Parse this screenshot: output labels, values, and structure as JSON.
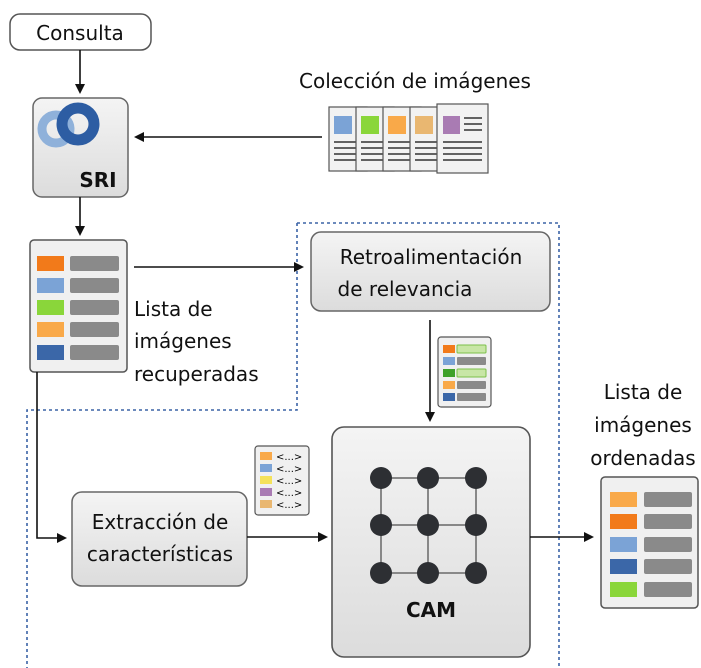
{
  "query_label": "Consulta",
  "collection_label": "Colección de imágenes",
  "sri_label": "SRI",
  "retrieved_list_label": [
    "Lista de",
    "imágenes",
    "recuperadas"
  ],
  "feedback_label": [
    "Retroalimentación",
    "de relevancia"
  ],
  "extraction_label": [
    "Extracción de",
    "características"
  ],
  "cam_label": "CAM",
  "ordered_list_label": [
    "Lista de",
    "imágenes",
    "ordenadas"
  ],
  "feature_token": "<...>",
  "colors": {
    "retrieved": [
      "#f27a1a",
      "#7ba3d6",
      "#8ad63a",
      "#f9a949",
      "#3b67a8"
    ],
    "collection": [
      "#7ba3d6",
      "#8ad63a",
      "#f9a949",
      "#e9b771",
      "#a97bb3"
    ],
    "features": [
      "#f9a949",
      "#7ba3d6",
      "#f4e25a",
      "#a97bb3",
      "#e9b771"
    ],
    "feedback": [
      "#f27a1a",
      "#7ba3d6",
      "#3fa12a",
      "#f9a949",
      "#3b67a8"
    ],
    "ordered": [
      "#f9a949",
      "#f27a1a",
      "#7ba3d6",
      "#3b67a8",
      "#8ad63a"
    ]
  }
}
